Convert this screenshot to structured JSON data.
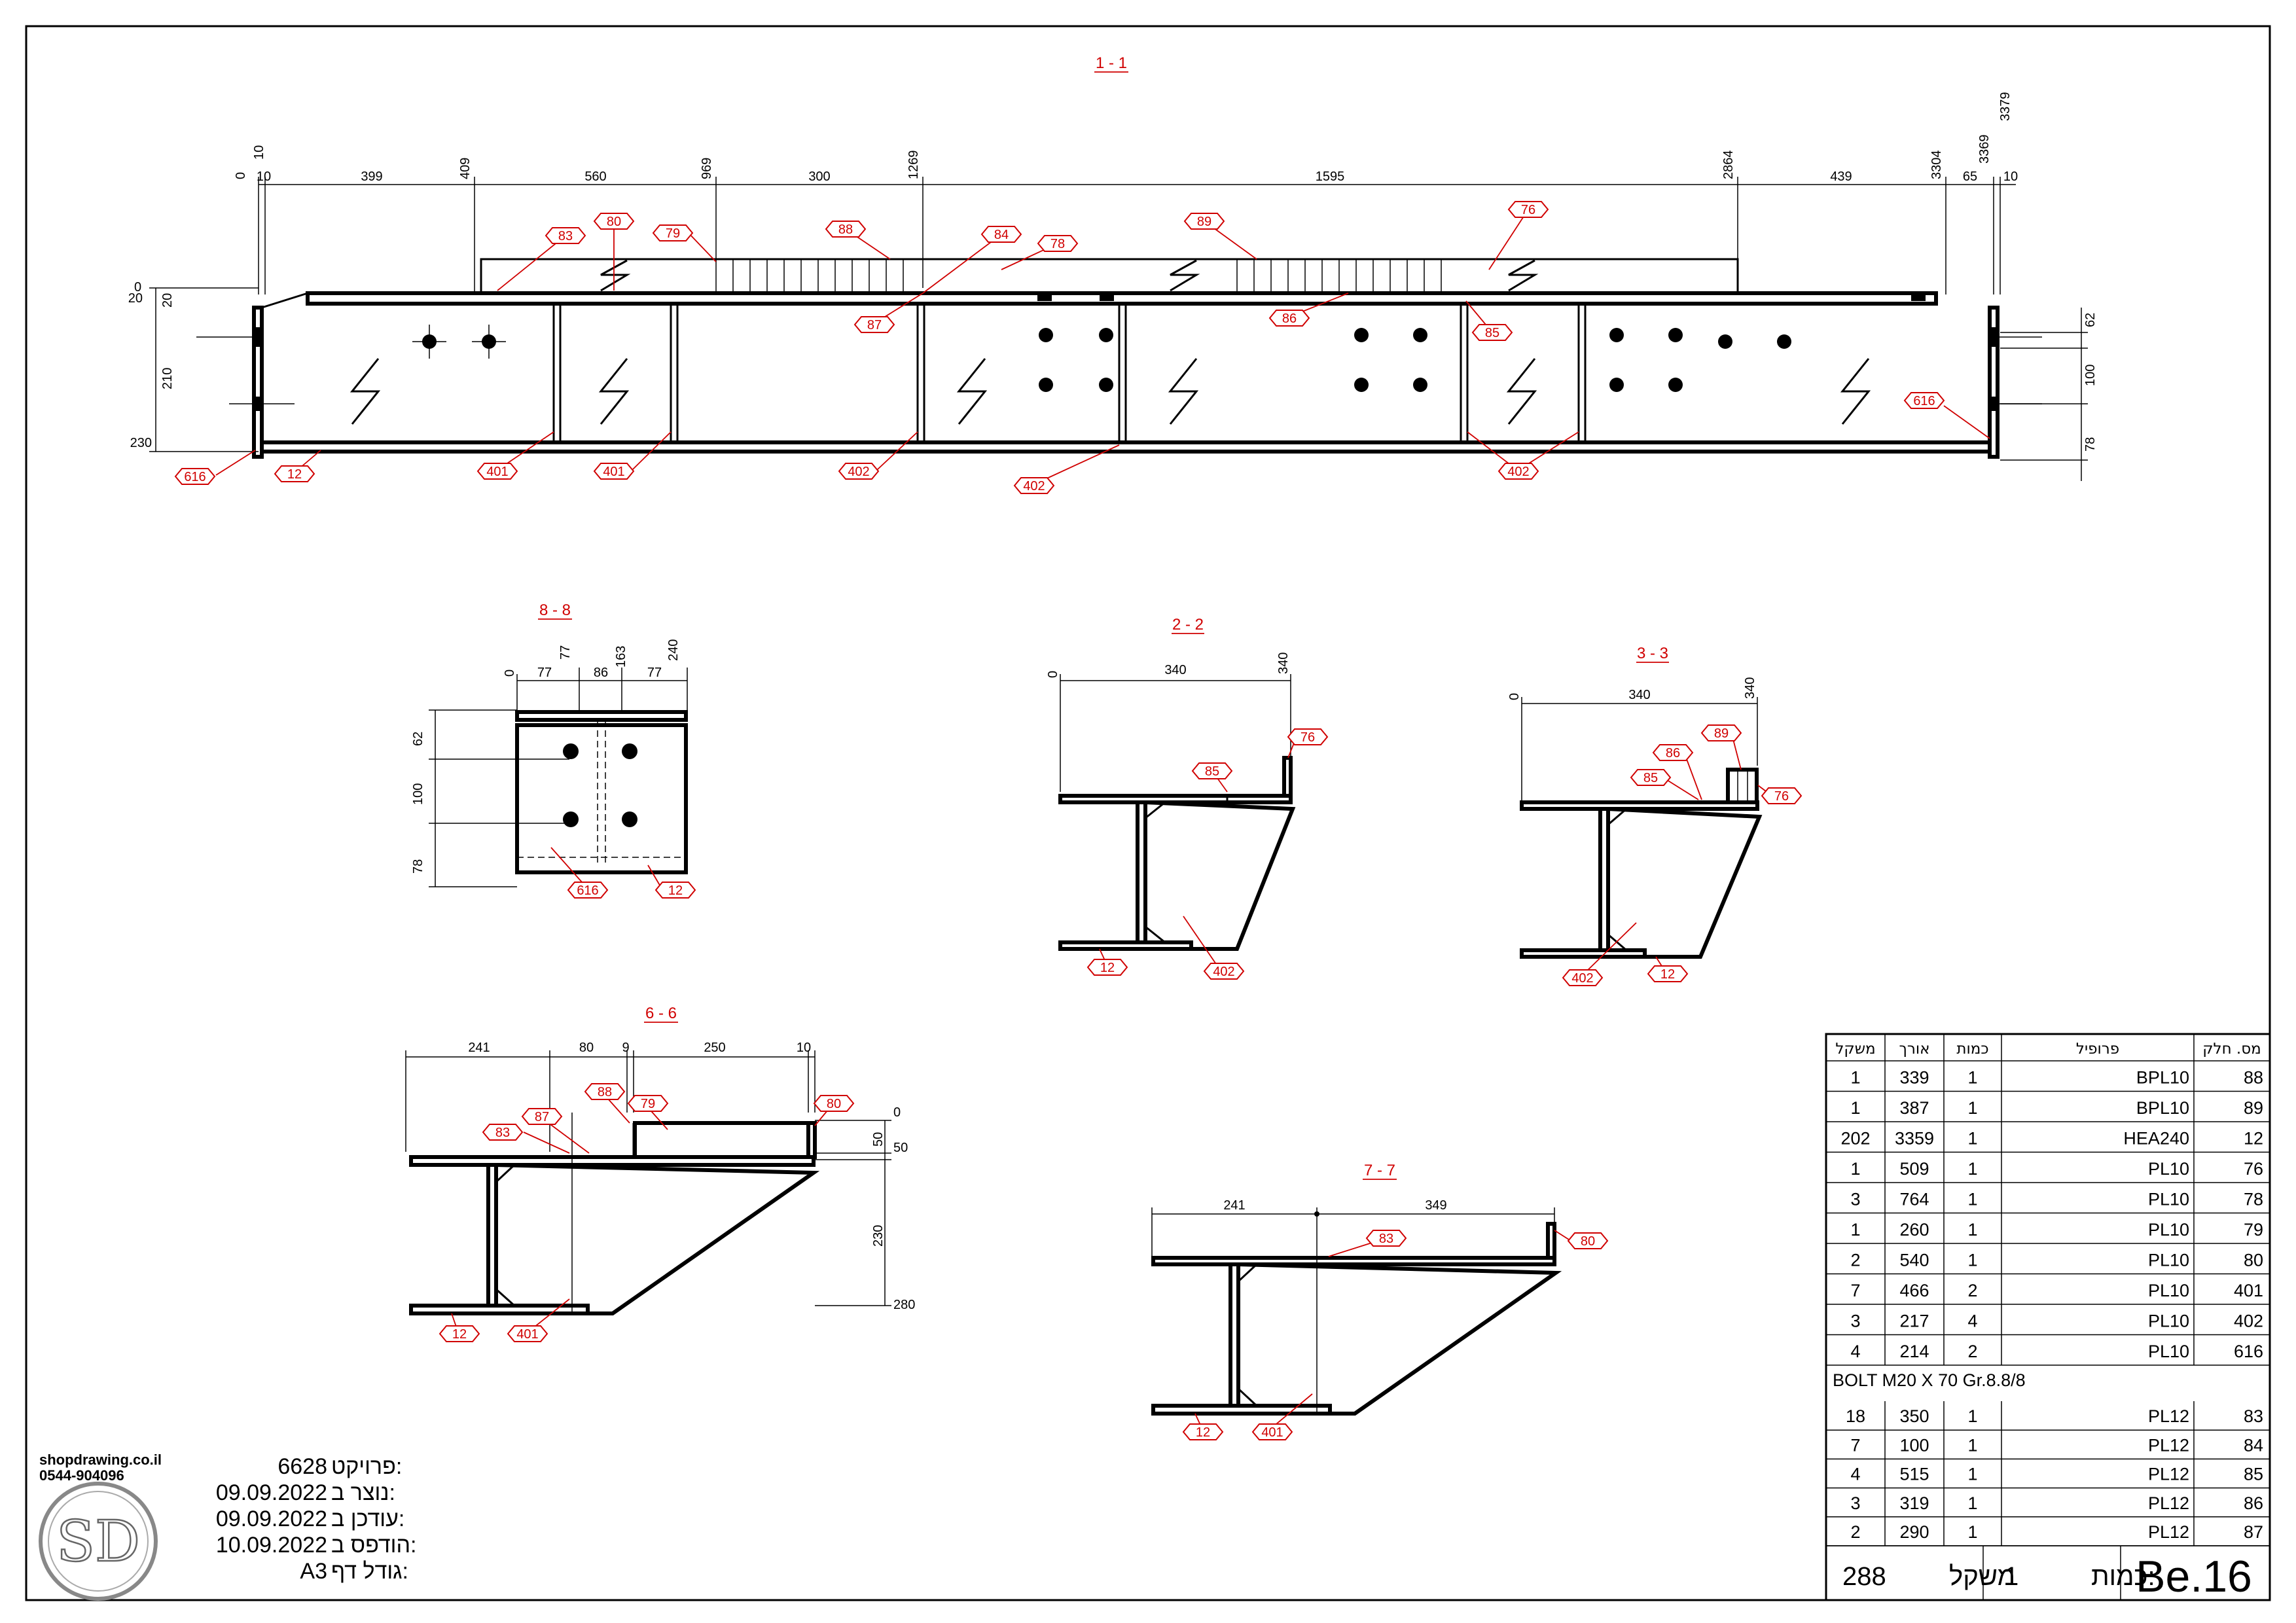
{
  "sections": {
    "s11": "1 - 1",
    "s88": "8 - 8",
    "s22": "2 - 2",
    "s33": "3 - 3",
    "s66": "6 - 6",
    "s77": "7 - 7"
  },
  "main_dims": {
    "top_ords": [
      "0",
      "10",
      "409",
      "969",
      "1269",
      "2864",
      "3304",
      "3369",
      "3379"
    ],
    "top_segs": [
      "10",
      "399",
      "560",
      "300",
      "1595",
      "439",
      "65",
      "10"
    ],
    "left": [
      "0",
      "20",
      "20",
      "210",
      "230"
    ],
    "right": [
      "62",
      "100",
      "78"
    ]
  },
  "main_tags": [
    "83",
    "80",
    "79",
    "88",
    "84",
    "78",
    "89",
    "76",
    "87",
    "86",
    "85",
    "616",
    "616",
    "12",
    "401",
    "401",
    "402",
    "402",
    "402"
  ],
  "s88_data": {
    "top": [
      "0",
      "77",
      "86",
      "77",
      "77",
      "163",
      "240"
    ],
    "left": [
      "62",
      "100",
      "78"
    ],
    "tags": [
      "616",
      "12"
    ]
  },
  "s22_data": {
    "dims": [
      "0",
      "340",
      "340"
    ],
    "tags": [
      "76",
      "85",
      "12",
      "402"
    ]
  },
  "s33_data": {
    "dims": [
      "0",
      "340",
      "340"
    ],
    "tags": [
      "89",
      "86",
      "85",
      "76",
      "402",
      "12"
    ]
  },
  "s66_data": {
    "top": [
      "241",
      "80",
      "9",
      "250",
      "10"
    ],
    "right": [
      "0",
      "50",
      "50",
      "230",
      "280"
    ],
    "tags": [
      "88",
      "79",
      "87",
      "83",
      "80",
      "12",
      "401"
    ]
  },
  "s77_data": {
    "top": [
      "241",
      "349"
    ],
    "tags": [
      "83",
      "80",
      "12",
      "401"
    ]
  },
  "bom": {
    "headers": [
      "משקל",
      "אורך",
      "כמות",
      "פרופיל",
      "מס. חלק"
    ],
    "rows": [
      [
        "1",
        "339",
        "1",
        "BPL10",
        "88"
      ],
      [
        "1",
        "387",
        "1",
        "BPL10",
        "89"
      ],
      [
        "202",
        "3359",
        "1",
        "HEA240",
        "12"
      ],
      [
        "1",
        "509",
        "1",
        "PL10",
        "76"
      ],
      [
        "3",
        "764",
        "1",
        "PL10",
        "78"
      ],
      [
        "1",
        "260",
        "1",
        "PL10",
        "79"
      ],
      [
        "2",
        "540",
        "1",
        "PL10",
        "80"
      ],
      [
        "7",
        "466",
        "2",
        "PL10",
        "401"
      ],
      [
        "3",
        "217",
        "4",
        "PL10",
        "402"
      ],
      [
        "4",
        "214",
        "2",
        "PL10",
        "616"
      ]
    ],
    "bolt": "BOLT M20 X 70 Gr.8.8/8",
    "rows2": [
      [
        "18",
        "350",
        "1",
        "PL12",
        "83"
      ],
      [
        "7",
        "100",
        "1",
        "PL12",
        "84"
      ],
      [
        "4",
        "515",
        "1",
        "PL12",
        "85"
      ],
      [
        "3",
        "319",
        "1",
        "PL12",
        "86"
      ],
      [
        "2",
        "290",
        "1",
        "PL12",
        "87"
      ]
    ],
    "weight_total": "288",
    "weight_label": "משקל",
    "qty_value": "1",
    "qty_label": "כמות:",
    "part_mark": "Be.16"
  },
  "info": {
    "project_label": "פרויקט:",
    "project": "6628",
    "created_label": "נוצר ב:",
    "created": "09.09.2022",
    "updated_label": "עודכן ב:",
    "updated": "09.09.2022",
    "printed_label": "הודפס ב:",
    "printed": "10.09.2022",
    "size_label": "גודל דף:",
    "size": "A3"
  },
  "logo": {
    "site": "shopdrawing.co.il",
    "phone": "0544-904096",
    "mark": "SD"
  }
}
